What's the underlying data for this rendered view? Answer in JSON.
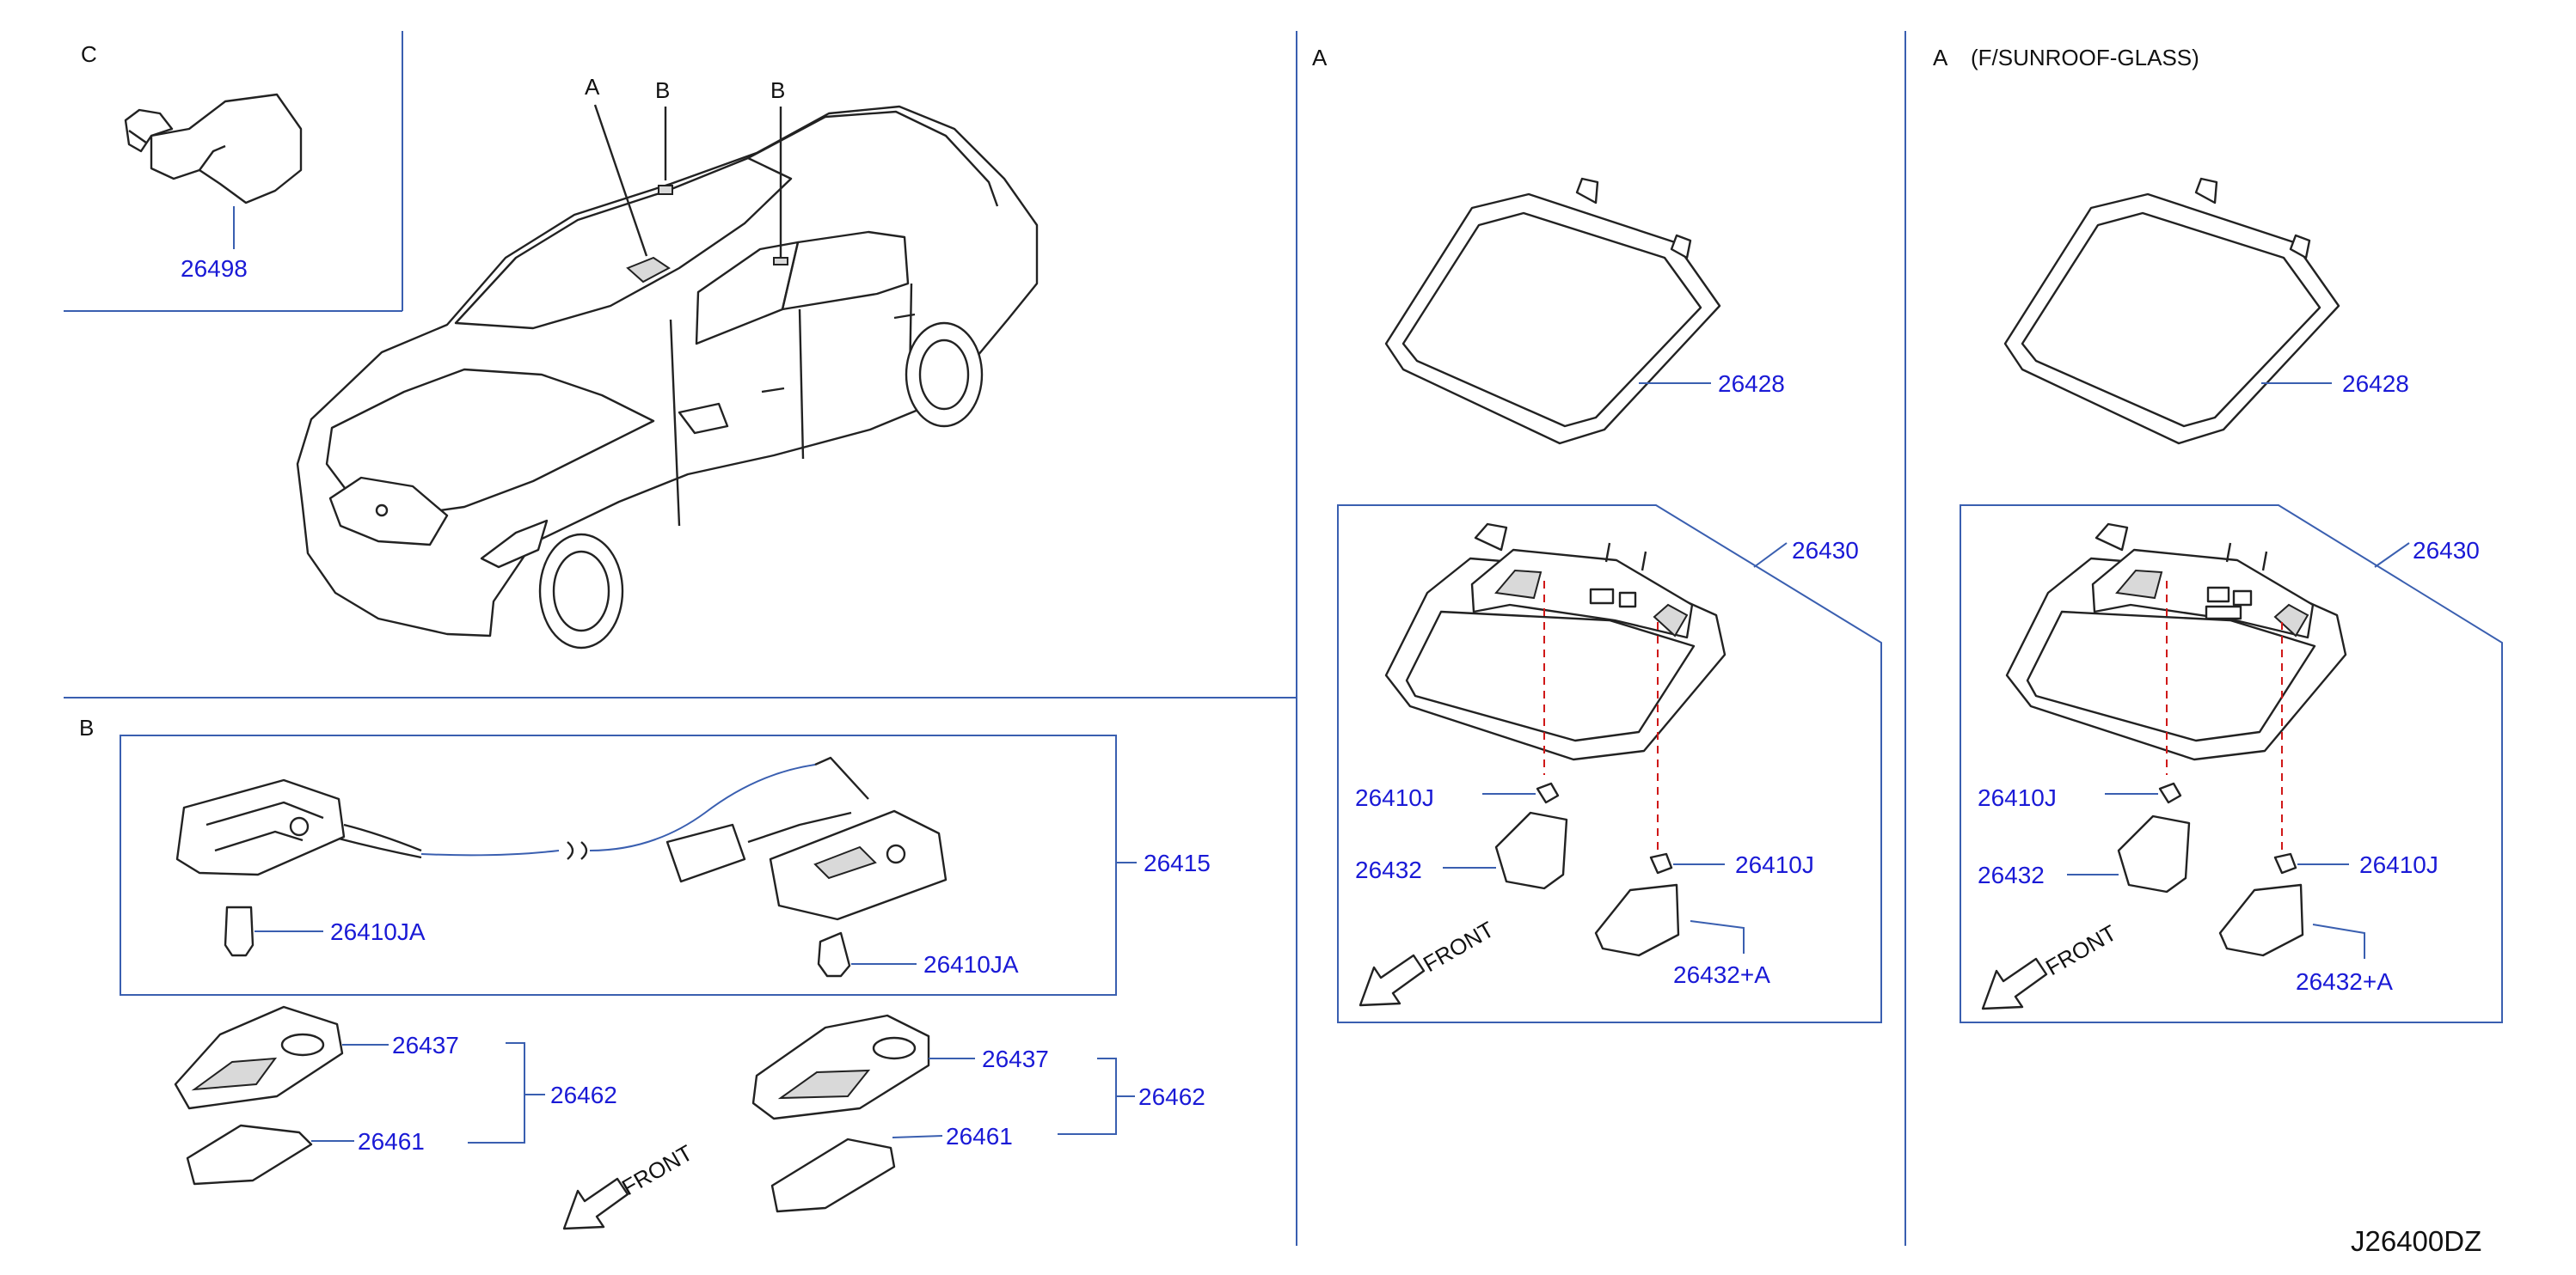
{
  "diagram_code": "J26400DZ",
  "sections": {
    "c": {
      "letter": "C"
    },
    "car": {
      "callout_a": "A",
      "callout_b1": "B",
      "callout_b2": "B"
    },
    "b": {
      "letter": "B"
    },
    "a_std": {
      "letter": "A"
    },
    "a_sunroof": {
      "letter": "A",
      "title": "(F/SUNROOF-GLASS)"
    }
  },
  "labels": {
    "c_mirror": "26498",
    "b_assy": "26415",
    "b_bulb_left": "26410JA",
    "b_bulb_right": "26410JA",
    "b_left_housing": "26437",
    "b_left_lens": "26461",
    "b_left_kit": "26462",
    "b_right_housing": "26437",
    "b_right_lens": "26461",
    "b_right_kit": "26462",
    "b_front": "FRONT",
    "a1_frame": "26428",
    "a1_console": "26430",
    "a1_bulb_left": "26410J",
    "a1_bulb_right": "26410J",
    "a1_lens_left": "26432",
    "a1_lens_right": "26432+A",
    "a1_front": "FRONT",
    "a2_frame": "26428",
    "a2_console": "26430",
    "a2_bulb_left": "26410J",
    "a2_bulb_right": "26410J",
    "a2_lens_left": "26432",
    "a2_lens_right": "26432+A",
    "a2_front": "FRONT"
  },
  "colors": {
    "label": "#1a1ad6",
    "leader": "#3a5fb0",
    "dash": "#d01818"
  }
}
